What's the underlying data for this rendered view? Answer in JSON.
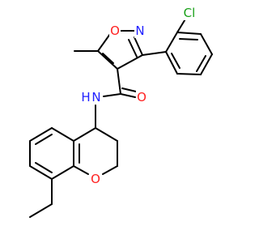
{
  "molecule": {
    "colors": {
      "bond": "#000000",
      "N": "#2020ff",
      "O": "#ff2020",
      "Cl": "#18a018"
    },
    "atoms": [
      {
        "id": "cl",
        "text": "Cl",
        "element": "Cl"
      },
      {
        "id": "o1",
        "text": "O",
        "element": "O"
      },
      {
        "id": "n1",
        "text": "N",
        "element": "N"
      },
      {
        "id": "o2",
        "text": "O",
        "element": "O"
      },
      {
        "id": "nh",
        "text": "N",
        "element": "N"
      },
      {
        "id": "hnh",
        "text": "H",
        "element": "N"
      },
      {
        "id": "o3",
        "text": "O",
        "element": "O"
      }
    ]
  }
}
